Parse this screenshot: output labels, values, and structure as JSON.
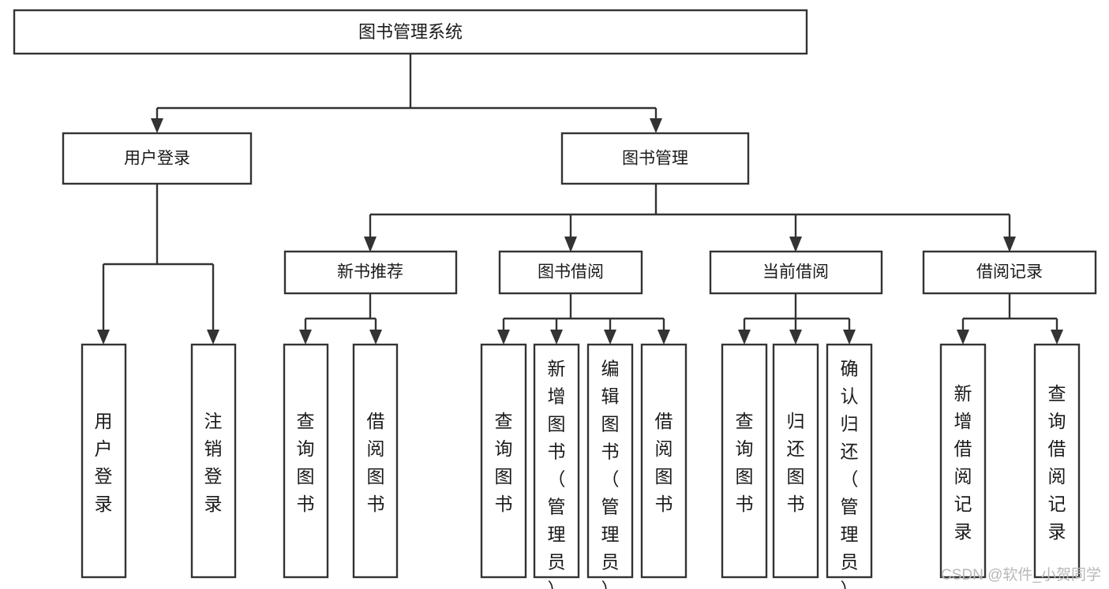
{
  "diagram": {
    "title": "图书管理系统",
    "type": "tree-hierarchy-diagram",
    "colors": {
      "stroke": "#333333",
      "box_fill": "#ffffff",
      "background": "#ffffff",
      "watermark": "#b8b8b8"
    },
    "root": {
      "label": "图书管理系统"
    },
    "level2": [
      {
        "label": "用户登录"
      },
      {
        "label": "图书管理"
      }
    ],
    "level3": [
      {
        "label": "新书推荐"
      },
      {
        "label": "图书借阅"
      },
      {
        "label": "当前借阅"
      },
      {
        "label": "借阅记录"
      }
    ],
    "leaves": {
      "user_login": [
        {
          "label": "用户登录"
        },
        {
          "label": "注销登录"
        }
      ],
      "new_book_recommend": [
        {
          "label": "查询图书"
        },
        {
          "label": "借阅图书"
        }
      ],
      "book_borrow": [
        {
          "label": "查询图书"
        },
        {
          "label": "新增图书（管理员）"
        },
        {
          "label": "编辑图书（管理员）"
        },
        {
          "label": "借阅图书"
        }
      ],
      "current_borrow": [
        {
          "label": "查询图书"
        },
        {
          "label": "归还图书"
        },
        {
          "label": "确认归还（管理员）"
        }
      ],
      "borrow_record": [
        {
          "label": "新增借阅记录"
        },
        {
          "label": "查询借阅记录"
        }
      ]
    },
    "watermark": "CSDN @软件_小贺同学"
  }
}
